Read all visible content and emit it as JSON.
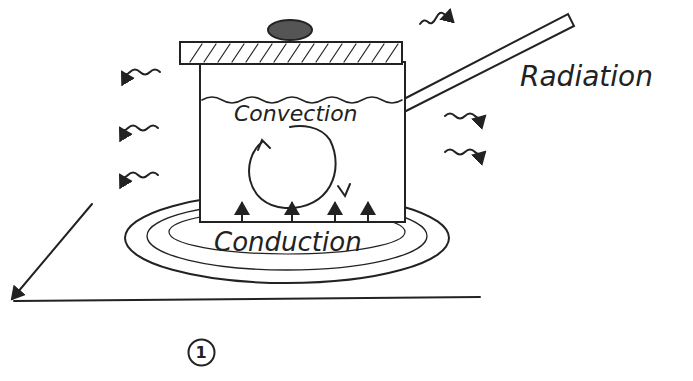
{
  "diagram": {
    "nodes": [
      {
        "text": [
          "1"
        ]
      }
    ],
    "labels": [
      "Convection",
      "Conduction",
      "Radiation"
    ]
  }
}
